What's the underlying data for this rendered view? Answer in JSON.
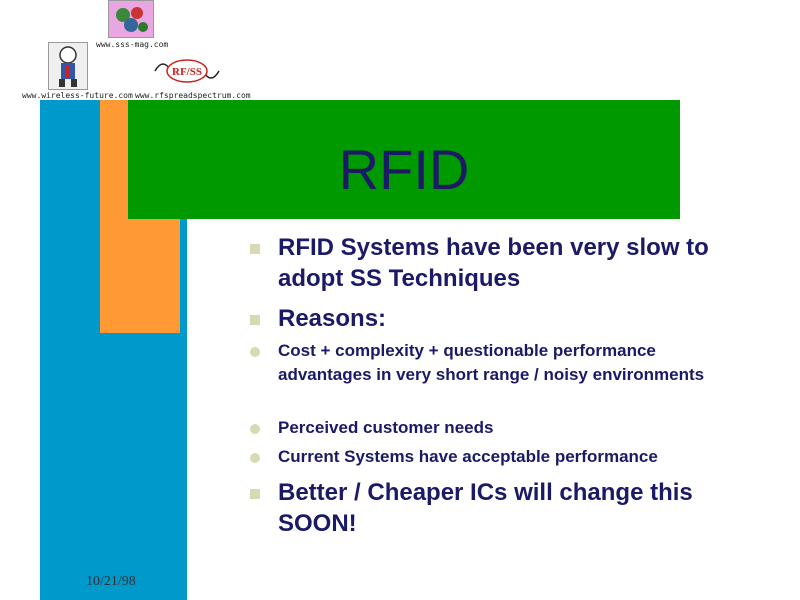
{
  "slide": {
    "title": "RFID",
    "date": "10/21/98"
  },
  "logos": {
    "sss_url": "www.sss-mag.com",
    "wireless_url": "www.wireless-future.com",
    "rfspread_url": "www.rfspreadspectrum.com",
    "rfss_text": "RF/SS"
  },
  "bullets": [
    {
      "level": 1,
      "text": "RFID Systems have been very slow to adopt SS Techniques"
    },
    {
      "level": 1,
      "text": "Reasons:"
    },
    {
      "level": 2,
      "text": "Cost + complexity + questionable performance advantages in very short range / noisy environments"
    },
    {
      "level": 2,
      "text": "Perceived customer needs"
    },
    {
      "level": 2,
      "text": "Current Systems have acceptable performance"
    },
    {
      "level": 1,
      "text": "Better / Cheaper ICs will change this SOON!"
    }
  ],
  "colors": {
    "blue_bar": "#0099cc",
    "orange_block": "#ff9933",
    "green_box": "#009900",
    "title_text": "#1a1a66",
    "bullet_marker": "#d9d9b3"
  }
}
